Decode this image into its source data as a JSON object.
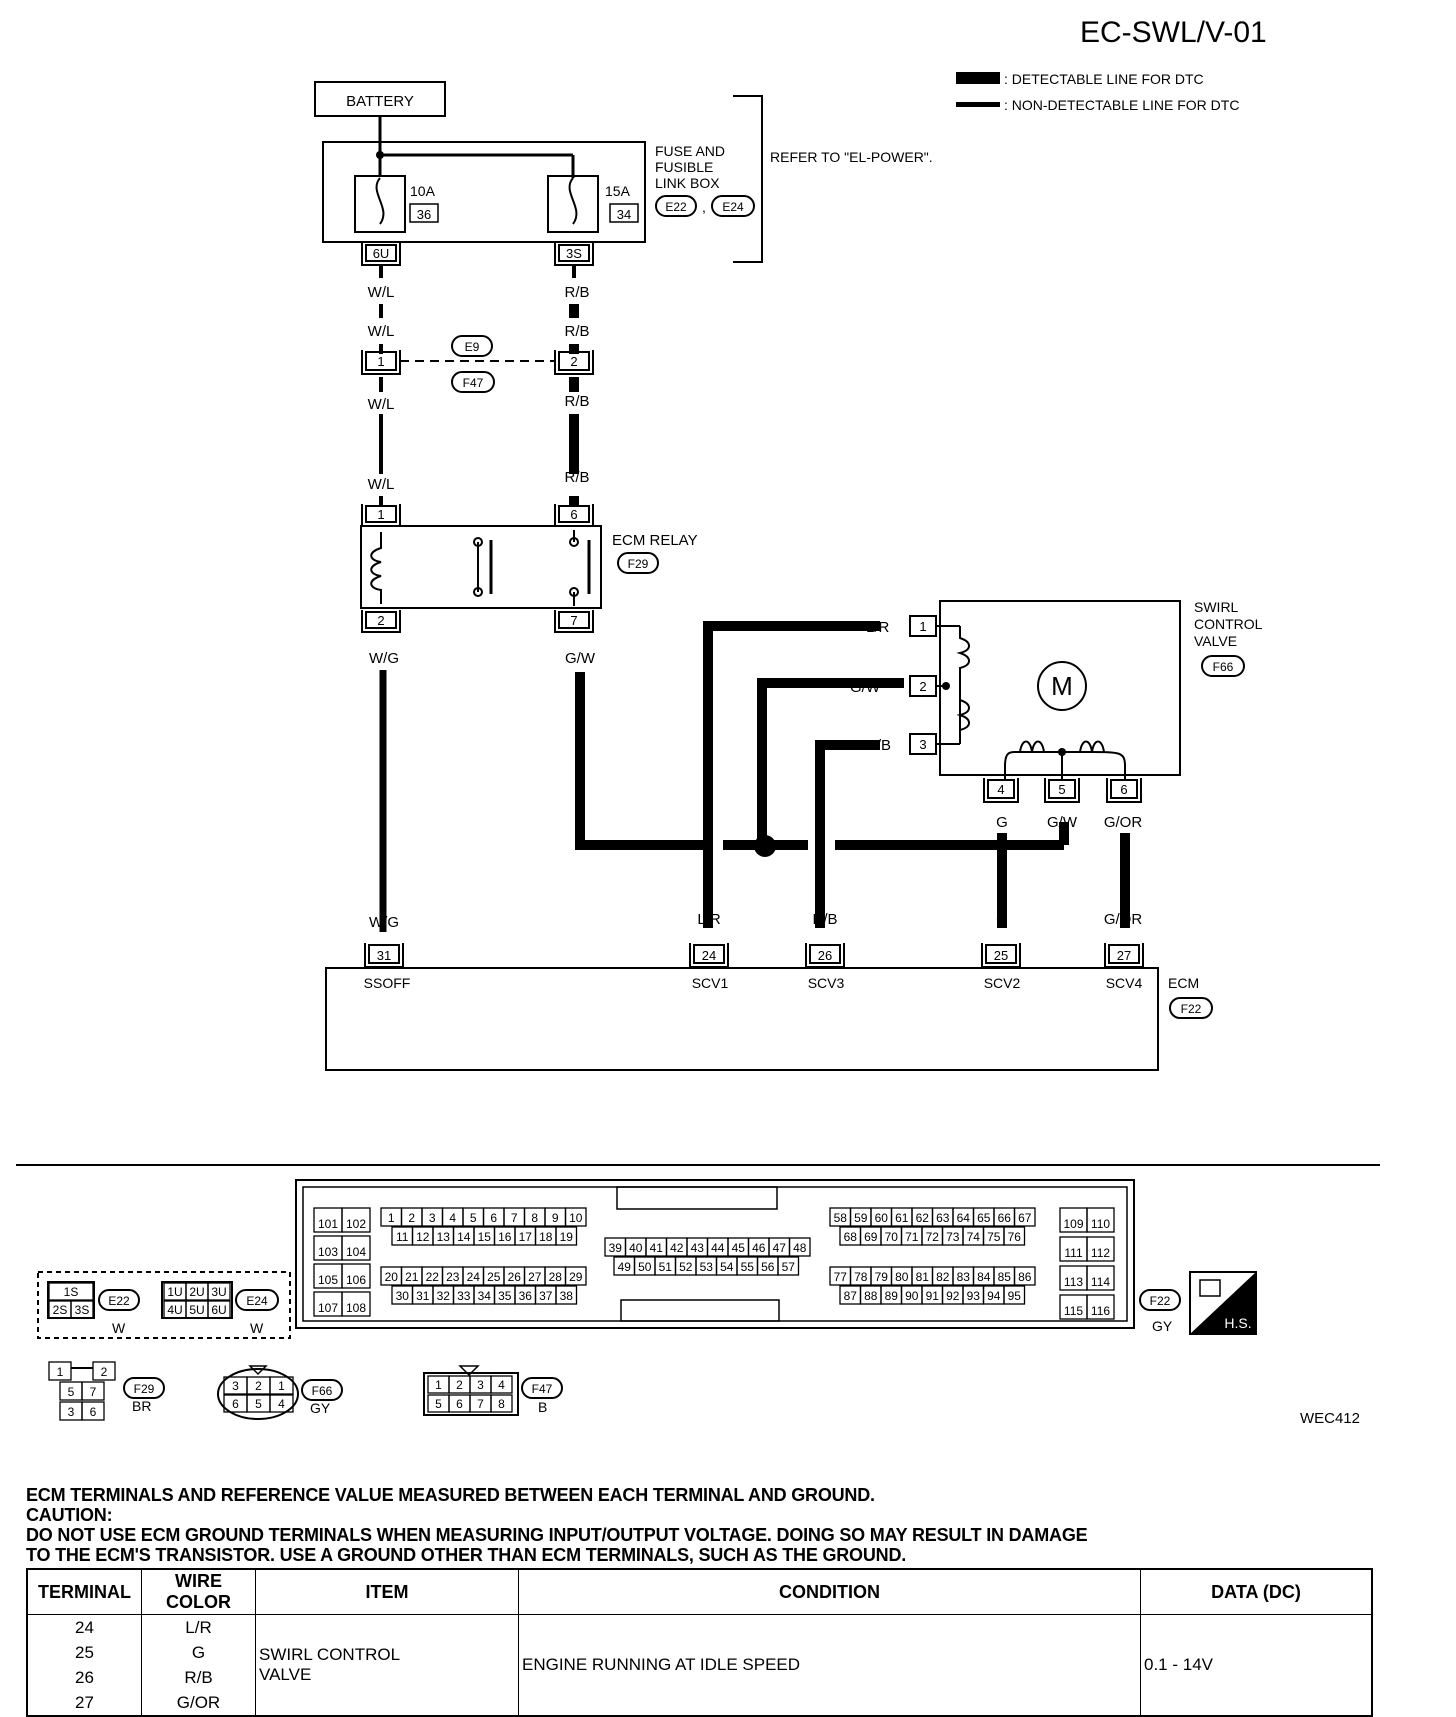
{
  "title": "EC-SWL/V-01",
  "legend": {
    "detectable": ": DETECTABLE LINE FOR DTC",
    "non_detectable": ": NON-DETECTABLE LINE FOR DTC"
  },
  "battery": "BATTERY",
  "fuse_box": {
    "label_lines": [
      "FUSE AND",
      "FUSIBLE",
      "LINK BOX"
    ],
    "connectors": [
      "E22",
      "E24"
    ],
    "comma": ",",
    "refer": "REFER TO \"EL-POWER\".",
    "fuse_left": {
      "rating": "10A",
      "number": "36",
      "terminal": "6U"
    },
    "fuse_right": {
      "rating": "15A",
      "number": "34",
      "terminal": "3S"
    }
  },
  "wires": {
    "wl": "W/L",
    "rb": "R/B",
    "wg": "W/G",
    "gw": "G/W",
    "lr": "L/R",
    "g": "G",
    "gor": "G/OR"
  },
  "inline": {
    "connectors": [
      "E9",
      "F47"
    ],
    "pin_left": "1",
    "pin_right": "2"
  },
  "relay": {
    "label": "ECM RELAY",
    "connector": "F29",
    "pins": {
      "t1": "1",
      "t6": "6",
      "t2": "2",
      "t7": "7"
    }
  },
  "swirl": {
    "label_lines": [
      "SWIRL",
      "CONTROL",
      "VALVE"
    ],
    "connector": "F66",
    "motor": "M",
    "pins": [
      "1",
      "2",
      "3",
      "4",
      "5",
      "6"
    ]
  },
  "ecm": {
    "label": "ECM",
    "connector": "F22",
    "terminals": [
      {
        "pin": "31",
        "name": "SSOFF"
      },
      {
        "pin": "24",
        "name": "SCV1"
      },
      {
        "pin": "26",
        "name": "SCV3"
      },
      {
        "pin": "25",
        "name": "SCV2"
      },
      {
        "pin": "27",
        "name": "SCV4"
      }
    ]
  },
  "connector_views": {
    "e22": {
      "id": "E22",
      "color": "W",
      "top": [
        "1S"
      ],
      "bottom": [
        "2S",
        "3S"
      ]
    },
    "e24": {
      "id": "E24",
      "color": "W",
      "top": [
        "1U",
        "2U",
        "3U"
      ],
      "bottom": [
        "4U",
        "5U",
        "6U"
      ]
    },
    "f22": {
      "id": "F22",
      "color": "GY",
      "left_block": [
        "101",
        "102",
        "103",
        "104",
        "105",
        "106",
        "107",
        "108"
      ],
      "row1": [
        "1",
        "2",
        "3",
        "4",
        "5",
        "6",
        "7",
        "8",
        "9",
        "10"
      ],
      "row2": [
        "11",
        "12",
        "13",
        "14",
        "15",
        "16",
        "17",
        "18",
        "19"
      ],
      "row3": [
        "20",
        "21",
        "22",
        "23",
        "24",
        "25",
        "26",
        "27",
        "28",
        "29"
      ],
      "row4": [
        "30",
        "31",
        "32",
        "33",
        "34",
        "35",
        "36",
        "37",
        "38"
      ],
      "mid_top": [
        "39",
        "40",
        "41",
        "42",
        "43",
        "44",
        "45",
        "46",
        "47",
        "48"
      ],
      "mid_bottom": [
        "49",
        "50",
        "51",
        "52",
        "53",
        "54",
        "55",
        "56",
        "57"
      ],
      "right1": [
        "58",
        "59",
        "60",
        "61",
        "62",
        "63",
        "64",
        "65",
        "66",
        "67"
      ],
      "right2": [
        "68",
        "69",
        "70",
        "71",
        "72",
        "73",
        "74",
        "75",
        "76"
      ],
      "right3": [
        "77",
        "78",
        "79",
        "80",
        "81",
        "82",
        "83",
        "84",
        "85",
        "86"
      ],
      "right4": [
        "87",
        "88",
        "89",
        "90",
        "91",
        "92",
        "93",
        "94",
        "95"
      ],
      "right_block": [
        "109",
        "110",
        "111",
        "112",
        "113",
        "114",
        "115",
        "116"
      ]
    },
    "f29": {
      "id": "F29",
      "color": "BR",
      "cells": [
        "1",
        "2",
        "5",
        "7",
        "3",
        "6"
      ]
    },
    "f66": {
      "id": "F66",
      "color": "GY",
      "top": [
        "3",
        "2",
        "1"
      ],
      "bottom": [
        "6",
        "5",
        "4"
      ]
    },
    "f47": {
      "id": "F47",
      "color": "B",
      "top": [
        "1",
        "2",
        "3",
        "4"
      ],
      "bottom": [
        "5",
        "6",
        "7",
        "8"
      ]
    },
    "hs": "H.S."
  },
  "figure_code": "WEC412",
  "notes": {
    "line1": "ECM TERMINALS AND REFERENCE VALUE MEASURED BETWEEN EACH TERMINAL AND GROUND.",
    "line2": "CAUTION:",
    "line3": "DO NOT USE ECM GROUND TERMINALS WHEN MEASURING INPUT/OUTPUT VOLTAGE. DOING SO MAY RESULT IN DAMAGE",
    "line4": "TO THE ECM'S TRANSISTOR. USE A GROUND OTHER THAN ECM TERMINALS, SUCH AS THE GROUND."
  },
  "table": {
    "headers": [
      "TERMINAL",
      "WIRE COLOR",
      "ITEM",
      "CONDITION",
      "DATA (DC)"
    ],
    "rows": [
      {
        "terminal": "24",
        "wire": "L/R"
      },
      {
        "terminal": "25",
        "wire": "G"
      },
      {
        "terminal": "26",
        "wire": "R/B"
      },
      {
        "terminal": "27",
        "wire": "G/OR"
      }
    ],
    "item_lines": [
      "SWIRL CONTROL",
      "VALVE"
    ],
    "condition": "ENGINE RUNNING AT IDLE SPEED",
    "data": "0.1 - 14V"
  }
}
